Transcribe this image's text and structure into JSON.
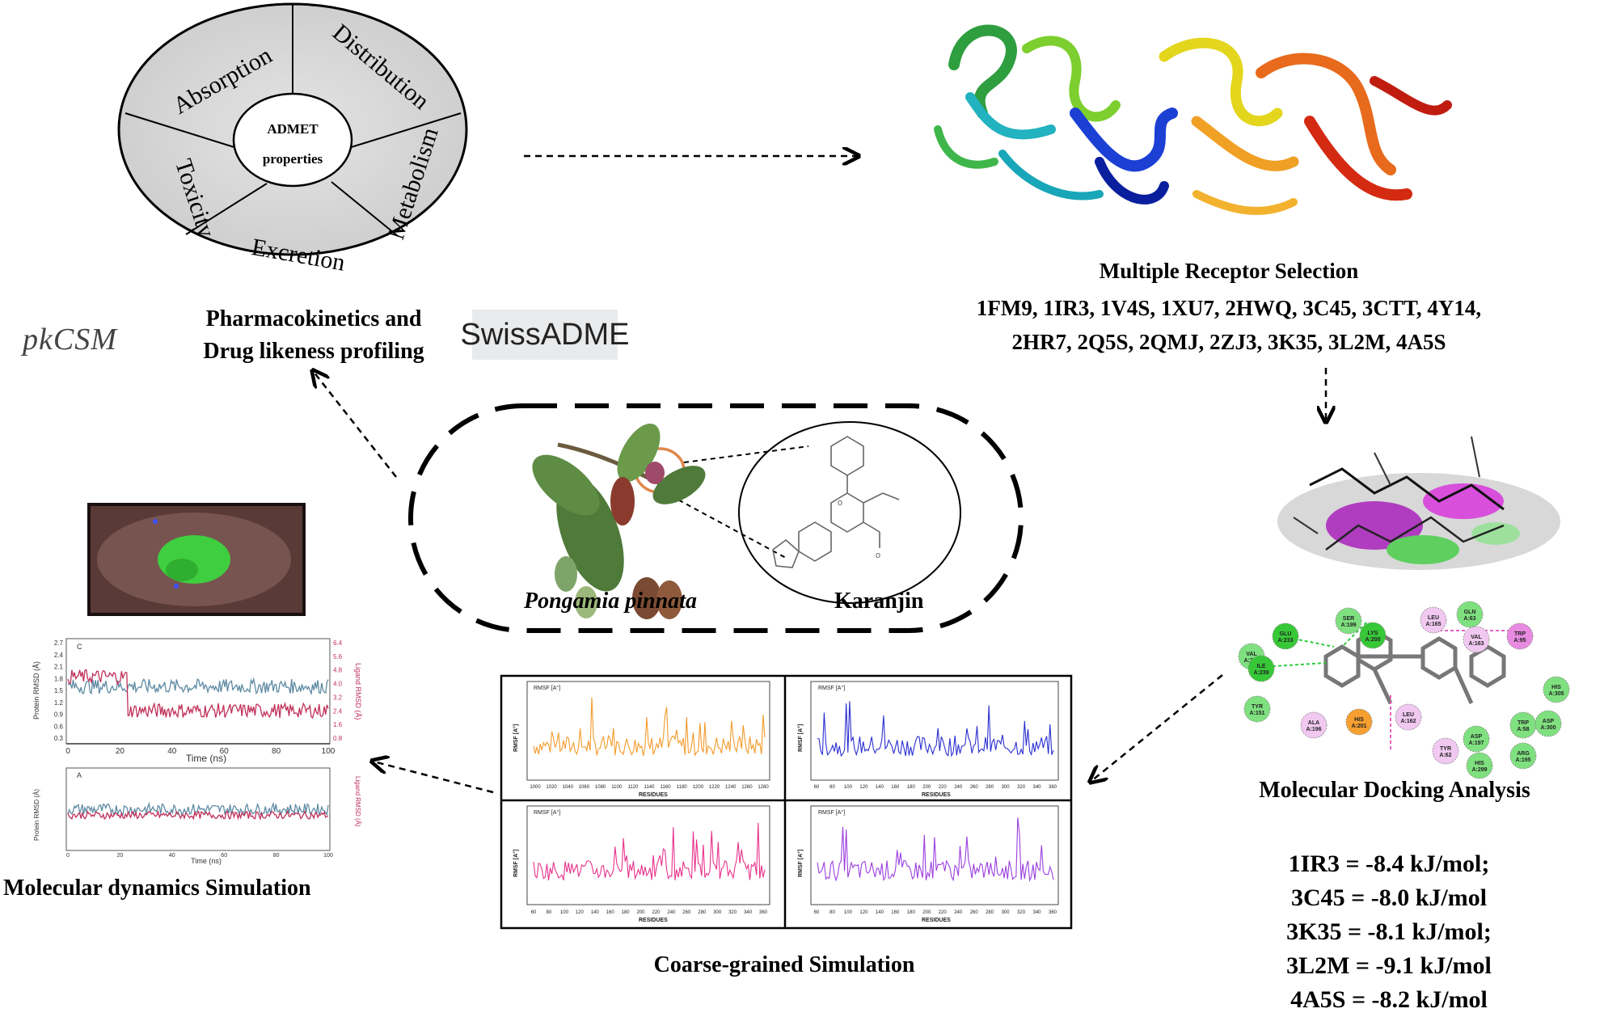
{
  "admet": {
    "center_line1": "ADMET",
    "center_line2": "properties",
    "segments": [
      "Absorption",
      "Distribution",
      "Metabolism",
      "Excretion",
      "Toxicity"
    ],
    "caption_line1": "Pharmacokinetics and",
    "caption_line2": "Drug likeness profiling",
    "tool1": "pkCSM",
    "tool2": "SwissADME"
  },
  "receptor": {
    "title": "Multiple Receptor Selection",
    "ids_line1": "1FM9, 1IR3, 1V4S, 1XU7, 2HWQ, 3C45, 3CTT, 4Y14,",
    "ids_line2": "2HR7, 2Q5S, 2QMJ, 2ZJ3, 3K35, 3L2M, 4A5S"
  },
  "center": {
    "plant": "Pongamia pinnata",
    "compound": "Karanjin"
  },
  "docking": {
    "title": "Molecular Docking Analysis",
    "results": [
      "1IR3 = -8.4 kJ/mol;",
      "3C45 = -8.0 kJ/mol",
      "3K35 = -8.1 kJ/mol;",
      "3L2M = -9.1 kJ/mol",
      "4A5S = -8.2 kJ/mol"
    ],
    "residues": [
      "VAL A:234",
      "GLU A:233",
      "SER A:199",
      "LYS A:200",
      "LEU A:165",
      "GLN A:63",
      "VAL A:163",
      "TRP A:95",
      "ILE A:239",
      "TYR A:151",
      "ALA A:196",
      "HIS A:201",
      "LEU A:162",
      "TYR A:62",
      "ASP A:197",
      "HIS A:299",
      "TRP A:58",
      "ASP A:300",
      "ARG A:195",
      "HIS A:305"
    ]
  },
  "md": {
    "title": "Molecular dynamics Simulation",
    "panel_c": "C",
    "panel_a": "A",
    "xlabel": "Time (ns)",
    "ylabel_left": "Protein RMSD (Å)",
    "ylabel_right": "Ligand RMSD (Å)",
    "x_ticks": [
      "0",
      "20",
      "40",
      "60",
      "80",
      "100"
    ],
    "y_ticks_c": [
      "0.3",
      "0.6",
      "0.9",
      "1.2",
      "1.5",
      "1.8",
      "2.1",
      "2.4",
      "2.7"
    ],
    "y_ticks_c_right": [
      "0.8",
      "1.6",
      "2.4",
      "3.2",
      "4.0",
      "4.8",
      "5.6",
      "6.4"
    ]
  },
  "cg": {
    "title": "Coarse-grained Simulation",
    "legend": "RMSF [A°]",
    "ylabel": "RMSF [A°]",
    "xlabel": "RESIDUES",
    "panel1_x": [
      "1000",
      "1020",
      "1040",
      "1060",
      "1080",
      "1100",
      "1120",
      "1140",
      "1160",
      "1180",
      "1200",
      "1220",
      "1240",
      "1260",
      "1280"
    ],
    "panel_x": [
      "60",
      "80",
      "100",
      "120",
      "140",
      "160",
      "180",
      "200",
      "220",
      "240",
      "260",
      "280",
      "300",
      "320",
      "340",
      "360"
    ],
    "colors": [
      "#f39a2b",
      "#2a2fd0",
      "#e8338b",
      "#9b3fe0"
    ]
  },
  "colors": {
    "protein_line": "#5e8aa3",
    "ligand_line": "#c0305a"
  }
}
